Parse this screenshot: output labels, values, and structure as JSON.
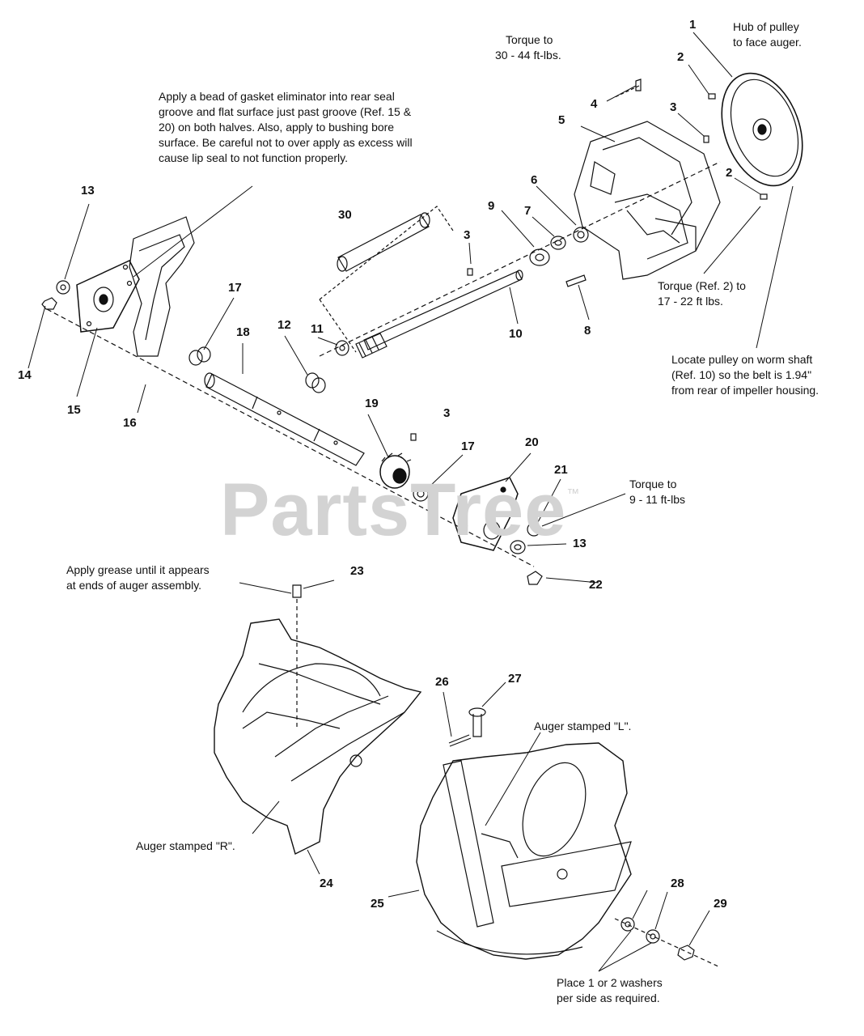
{
  "watermark": {
    "text": "PartsTree",
    "tm": "™"
  },
  "notes": {
    "gasket": "Apply a bead of gasket eliminator into rear seal groove and flat surface just past groove (Ref. 15 & 20) on both halves. Also, apply to bushing bore surface. Be careful not to over apply as excess will cause lip seal to not function properly.",
    "torque_4_line1": "Torque to",
    "torque_4_line2": "30 - 44 ft-lbs.",
    "hub_line1": "Hub of pulley",
    "hub_line2": "to face auger.",
    "torque_2_line1": "Torque (Ref. 2) to",
    "torque_2_line2": "17 - 22 ft lbs.",
    "pulley_line1": "Locate pulley on worm shaft",
    "pulley_line2": "(Ref. 10) so the belt is 1.94\"",
    "pulley_line3": "from rear of impeller housing.",
    "torque_21_line1": "Torque to",
    "torque_21_line2": "9 - 11 ft-lbs",
    "grease_line1": "Apply grease until it appears",
    "grease_line2": "at ends of auger assembly.",
    "auger_l": "Auger stamped \"L\".",
    "auger_r": "Auger stamped \"R\".",
    "washers_line1": "Place 1 or 2 washers",
    "washers_line2": "per side as required."
  },
  "callouts": {
    "n1": "1",
    "n2a": "2",
    "n2b": "2",
    "n3a": "3",
    "n3b": "3",
    "n3c": "3",
    "n4": "4",
    "n5": "5",
    "n6": "6",
    "n7": "7",
    "n8": "8",
    "n9": "9",
    "n10": "10",
    "n11": "11",
    "n12": "12",
    "n13a": "13",
    "n13b": "13",
    "n14": "14",
    "n15": "15",
    "n16": "16",
    "n17a": "17",
    "n17b": "17",
    "n18": "18",
    "n19": "19",
    "n20": "20",
    "n21": "21",
    "n22": "22",
    "n23": "23",
    "n24": "24",
    "n25": "25",
    "n26": "26",
    "n27": "27",
    "n28": "28",
    "n29": "29",
    "n30": "30"
  }
}
